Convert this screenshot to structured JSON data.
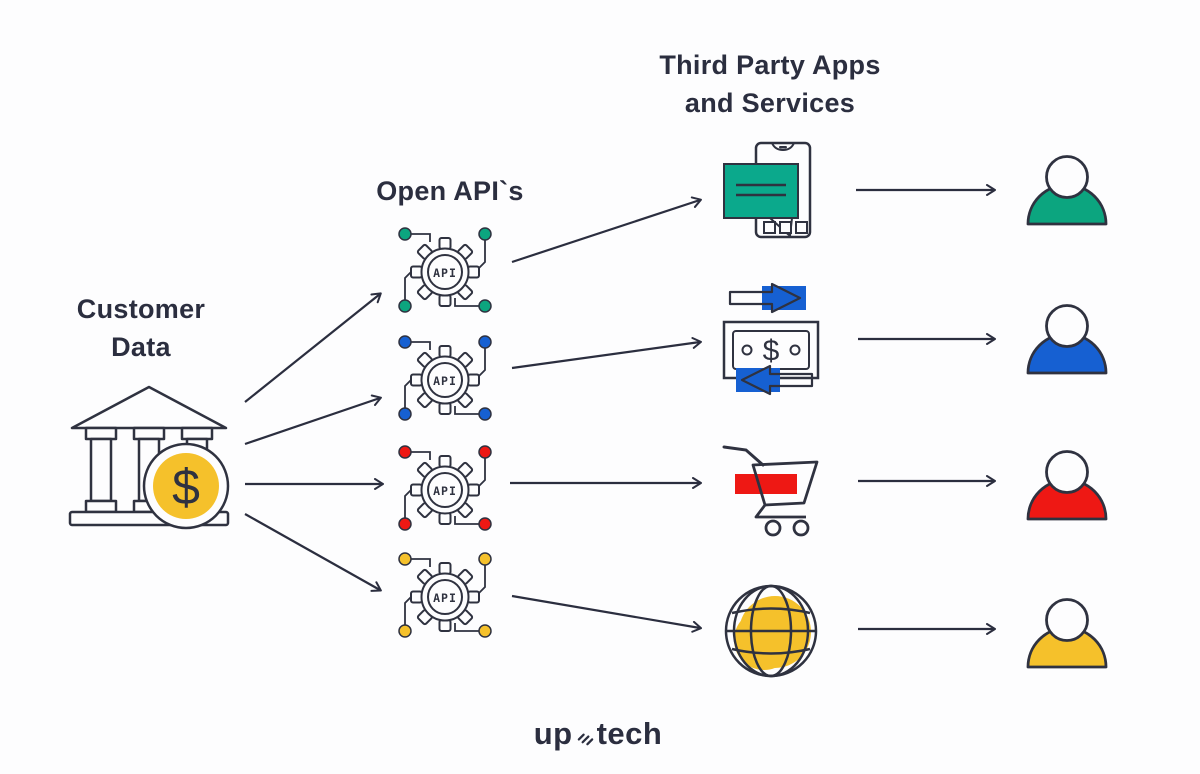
{
  "titles": {
    "third_party_line1": "Third Party Apps",
    "third_party_line2": "and Services",
    "open_apis": "Open API`s",
    "customer_line1": "Customer",
    "customer_line2": "Data"
  },
  "api": {
    "label": "API"
  },
  "bank": {
    "currency": "$"
  },
  "money": {
    "currency": "$"
  },
  "logo": {
    "part1": "up",
    "part2": "tech"
  },
  "colors": {
    "dark": "#2b2e3f",
    "green": "#0ca57f",
    "teal": "#0ba98c",
    "blue": "#1660d2",
    "red": "#ee1814",
    "yellow": "#f5c12b"
  }
}
